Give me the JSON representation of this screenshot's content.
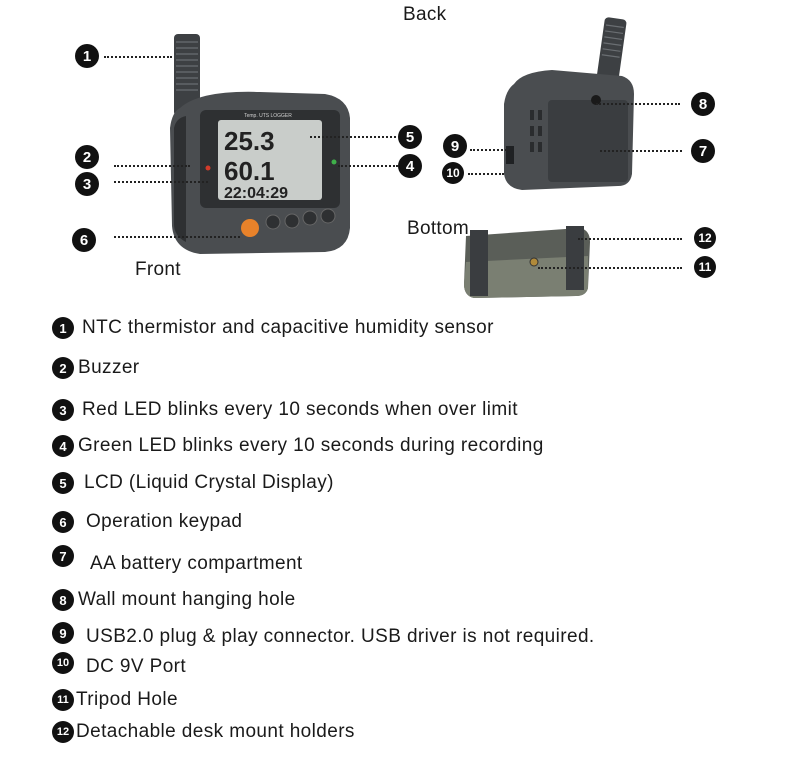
{
  "views": {
    "back": "Back",
    "front": "Front",
    "bottom": "Bottom"
  },
  "device": {
    "brand_text": "Temp.  UTS LOGGER",
    "lcd_line1": "25.3",
    "lcd_line2": "60.1",
    "lcd_line3": "22:04:29"
  },
  "callouts": [
    "1",
    "2",
    "3",
    "4",
    "5",
    "6",
    "7",
    "8",
    "9",
    "10",
    "11",
    "12"
  ],
  "legend": [
    {
      "num": "1",
      "text": "NTC thermistor and capacitive humidity sensor"
    },
    {
      "num": "2",
      "text": "Buzzer"
    },
    {
      "num": "3",
      "text": "Red LED blinks every 10 seconds when over limit"
    },
    {
      "num": "4",
      "text": "Green LED blinks every 10 seconds during recording"
    },
    {
      "num": "5",
      "text": "LCD (Liquid Crystal Display)"
    },
    {
      "num": "6",
      "text": "Operation keypad"
    },
    {
      "num": "7",
      "text": "AA battery compartment"
    },
    {
      "num": "8",
      "text": "Wall mount hanging hole"
    },
    {
      "num": "9",
      "text": "USB2.0 plug & play connector. USB driver is not required."
    },
    {
      "num": "10",
      "text": "DC 9V Port"
    },
    {
      "num": "11",
      "text": "Tripod Hole"
    },
    {
      "num": "12",
      "text": "Detachable desk mount holders"
    }
  ],
  "colors": {
    "body": "#4a4d50",
    "body_dark": "#2e3032",
    "lcd": "#c9cdca",
    "key_orange": "#e8822a",
    "badge": "#111111"
  }
}
